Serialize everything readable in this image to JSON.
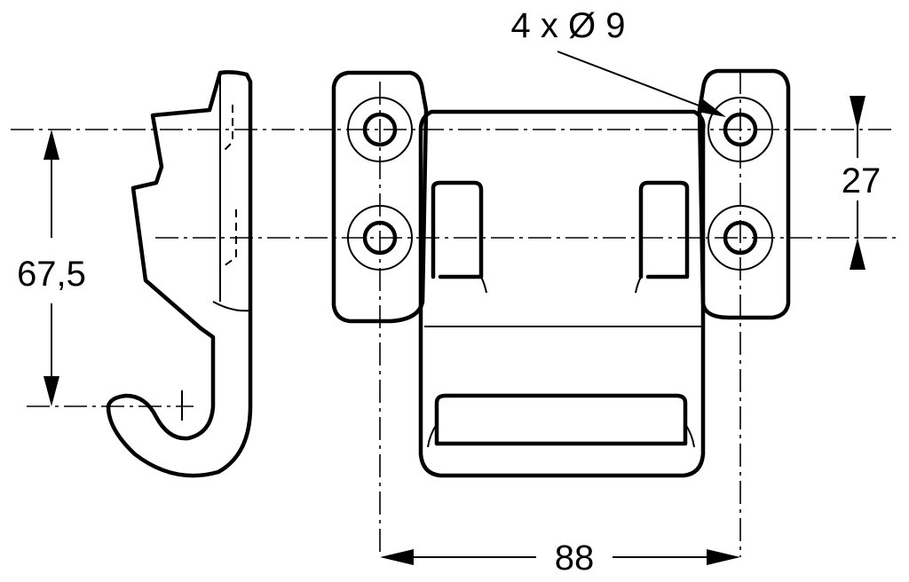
{
  "dimensions": {
    "holes": "4 x Ø 9",
    "height_total": "67,5",
    "hole_spacing_vertical": "27",
    "hole_spacing_horizontal": "88"
  }
}
